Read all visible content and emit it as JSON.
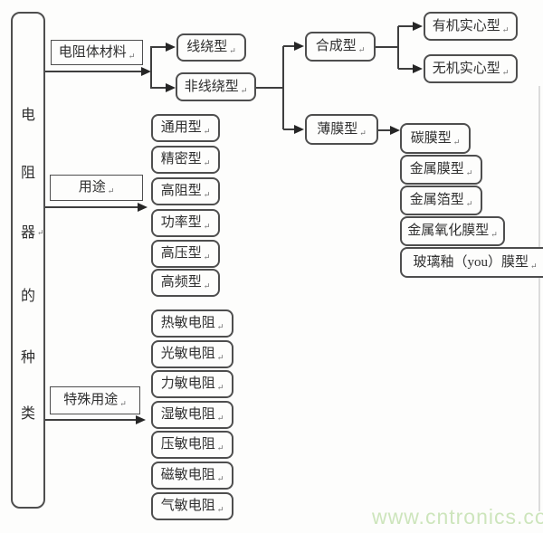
{
  "appearance": {
    "background": "#fdfdfc",
    "line_color": "#3e3e3e",
    "border_color": "#4e4e4e",
    "text_color": "#2f2f2f",
    "watermark_color": "#cde5bc"
  },
  "marks": {
    "return": "↵"
  },
  "root": {
    "label": "电阻器的种类",
    "chars": [
      "电",
      "阻",
      "器",
      "的",
      "种",
      "类"
    ]
  },
  "material": {
    "label": "电阻体材料",
    "wirewound": {
      "label": "线绕型"
    },
    "non_wirewound": {
      "label": "非线绕型",
      "synthetic": {
        "label": "合成型",
        "organic_solid": {
          "label": "有机实心型"
        },
        "inorganic_solid": {
          "label": "无机实心型"
        }
      },
      "thin_film": {
        "label": "薄膜型",
        "types": [
          {
            "label": "碳膜型"
          },
          {
            "label": "金属膜型"
          },
          {
            "label": "金属箔型"
          },
          {
            "label": "金属氧化膜型"
          },
          {
            "label": "玻璃釉（you）膜型"
          }
        ]
      }
    }
  },
  "usage": {
    "label": "用途",
    "types": [
      {
        "label": "通用型"
      },
      {
        "label": "精密型"
      },
      {
        "label": "高阻型"
      },
      {
        "label": "功率型"
      },
      {
        "label": "高压型"
      },
      {
        "label": "高频型"
      }
    ]
  },
  "special_usage": {
    "label": "特殊用途",
    "types": [
      {
        "label": "热敏电阻"
      },
      {
        "label": "光敏电阻"
      },
      {
        "label": "力敏电阻"
      },
      {
        "label": "湿敏电阻"
      },
      {
        "label": "压敏电阻"
      },
      {
        "label": "磁敏电阻"
      },
      {
        "label": "气敏电阻"
      }
    ]
  },
  "watermark": {
    "text": "www.cntronics.com"
  }
}
